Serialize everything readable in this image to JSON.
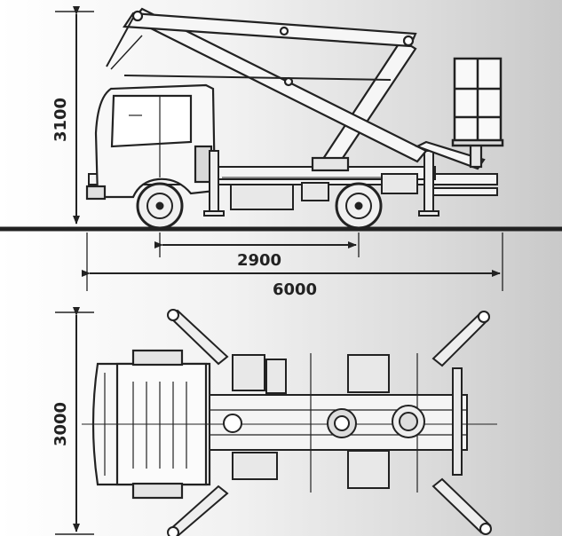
{
  "dimensions": {
    "side_height": "3100",
    "wheelbase": "2900",
    "overall_length": "6000",
    "top_width": "3000"
  },
  "colors": {
    "background_light": "#ffffff",
    "background_dark": "#c9c9c9",
    "line": "#222222"
  }
}
